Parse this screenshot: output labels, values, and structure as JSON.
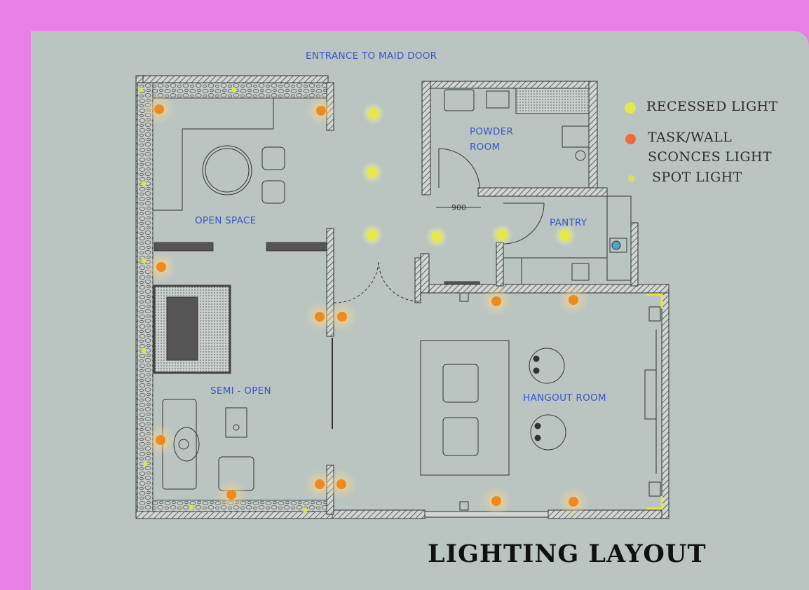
{
  "title": "LIGHTING LAYOUT",
  "entrance_label": "ENTRANCE TO MAID DOOR",
  "rooms": {
    "powder_line1": "POWDER",
    "powder_line2": "ROOM",
    "pantry": "PANTRY",
    "open_space": "OPEN SPACE",
    "semi_open": "SEMI - OPEN",
    "hangout": "HANGOUT ROOM"
  },
  "door_dimension": "900",
  "legend": {
    "recessed": "RECESSED LIGHT",
    "task_line1": "TASK/WALL",
    "task_line2": "SCONCES LIGHT",
    "spot": "SPOT LIGHT"
  },
  "colors": {
    "recessed": "#e6e84a",
    "task": "#f08a1c",
    "legend_task": "#f26a3a",
    "spot": "#d8e84a",
    "label": "#3a55c9",
    "background": "#e77fe6"
  }
}
